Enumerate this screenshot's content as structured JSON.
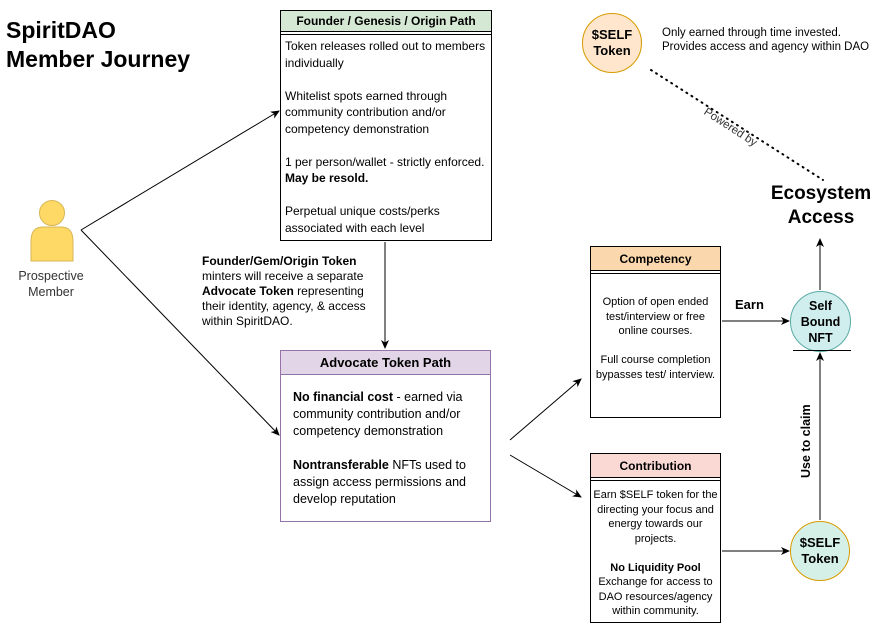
{
  "title": {
    "line1": "SpiritDAO",
    "line2": "Member Journey"
  },
  "prospective": {
    "line1": "Prospective",
    "line2": "Member"
  },
  "founder_box": {
    "header": "Founder / Genesis / Origin Path",
    "p1": "Token releases rolled out to members individually",
    "p2": "Whitelist spots earned through community contribution and/or competency demonstration",
    "p3_normal": "1 per person/wallet - strictly enforced. ",
    "p3_bold": "May be resold.",
    "p4": "Perpetual unique costs/perks associated with each level"
  },
  "founder_note": {
    "line1_bold": "Founder/Gem/Origin Token",
    "line2": "minters will receive a separate",
    "line3_bold": "Advocate Token",
    "line3_rest": " representing",
    "line4": "their identity, agency, & access",
    "line5": "within SpiritDAO."
  },
  "advocate_box": {
    "header": "Advocate Token Path",
    "p1_bold": "No financial cost",
    "p1_rest": " - earned via community contribution and/or competency demonstration",
    "p2_bold": "Nontransferable",
    "p2_rest": " NFTs used to assign access permissions and develop reputation"
  },
  "competency_box": {
    "header": "Competency",
    "p1": "Option of open ended test/interview or free online courses.",
    "p2": "Full course completion bypasses test/ interview."
  },
  "contribution_box": {
    "header": "Contribution",
    "p1": "Earn $SELF token for the directing your focus and energy towards our projects.",
    "p2_bold": "No Liquidity Pool",
    "p2_rest": "Exchange for access to DAO resources/agency within community."
  },
  "self_token_top": {
    "line1": "$SELF",
    "line2": "Token"
  },
  "self_token_note": {
    "line1": "Only earned through time invested.",
    "line2": "Provides access and agency within DAO"
  },
  "powered_by": "Powered by",
  "ecosystem": {
    "line1": "Ecosystem",
    "line2": "Access"
  },
  "nft": {
    "line1": "Self",
    "line2": "Bound",
    "line3": "NFT"
  },
  "earn_label": "Earn",
  "use_to_claim": "Use to claim",
  "self_token_bottom": {
    "line1": "$SELF",
    "line2": "Token"
  },
  "colors": {
    "founder_header": "#d5e8d4",
    "advocate_header": "#e1d5e7",
    "advocate_border": "#9673a6",
    "competency_header": "#fad7ac",
    "contribution_header": "#fad9d5",
    "self_token_top": "#ffe6cc",
    "self_token_bottom": "#d5f0e6",
    "nft": "#d1eeee",
    "person": "#ffd966"
  },
  "icons": {
    "person": "person-icon"
  }
}
